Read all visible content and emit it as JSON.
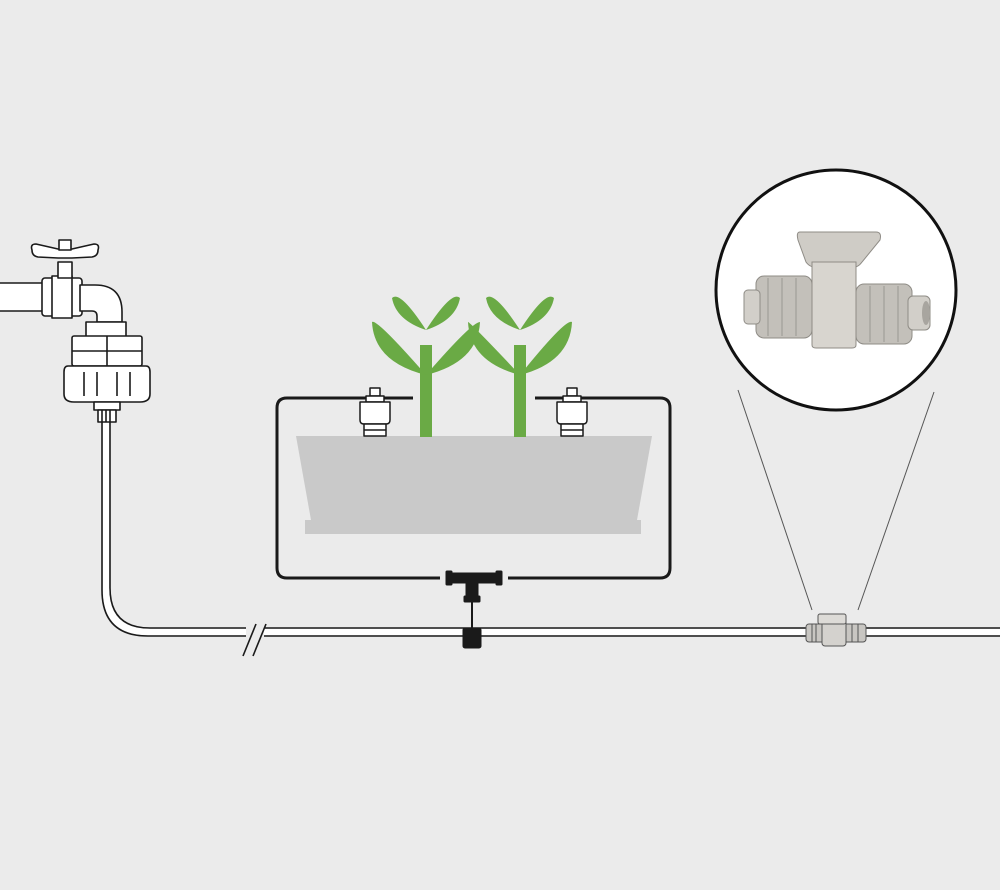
{
  "diagram": {
    "components": [
      {
        "id": "faucet",
        "icon": "faucet-icon"
      },
      {
        "id": "pressure-regulator",
        "icon": "regulator-icon"
      },
      {
        "id": "supply-tube",
        "icon": "tube-icon"
      },
      {
        "id": "break-mark",
        "icon": "break-icon"
      },
      {
        "id": "tee-connector",
        "icon": "tee-connector-icon"
      },
      {
        "id": "micro-tube-loop",
        "icon": "tube-loop-icon"
      },
      {
        "id": "drippers",
        "icon": "dripper-icon",
        "count": 2
      },
      {
        "id": "planter",
        "icon": "planter-icon"
      },
      {
        "id": "plants",
        "icon": "sprout-icon",
        "count": 2
      },
      {
        "id": "shutoff-valve",
        "icon": "valve-icon"
      },
      {
        "id": "valve-zoom",
        "icon": "magnifier-icon"
      }
    ],
    "colors": {
      "background": "#ebebeb",
      "outline": "#1a1a1a",
      "plant": "#6aaa45",
      "planter": "#c9c9c9",
      "valve_body": "#c8c6c2",
      "zoom_fill": "#ffffff"
    }
  }
}
